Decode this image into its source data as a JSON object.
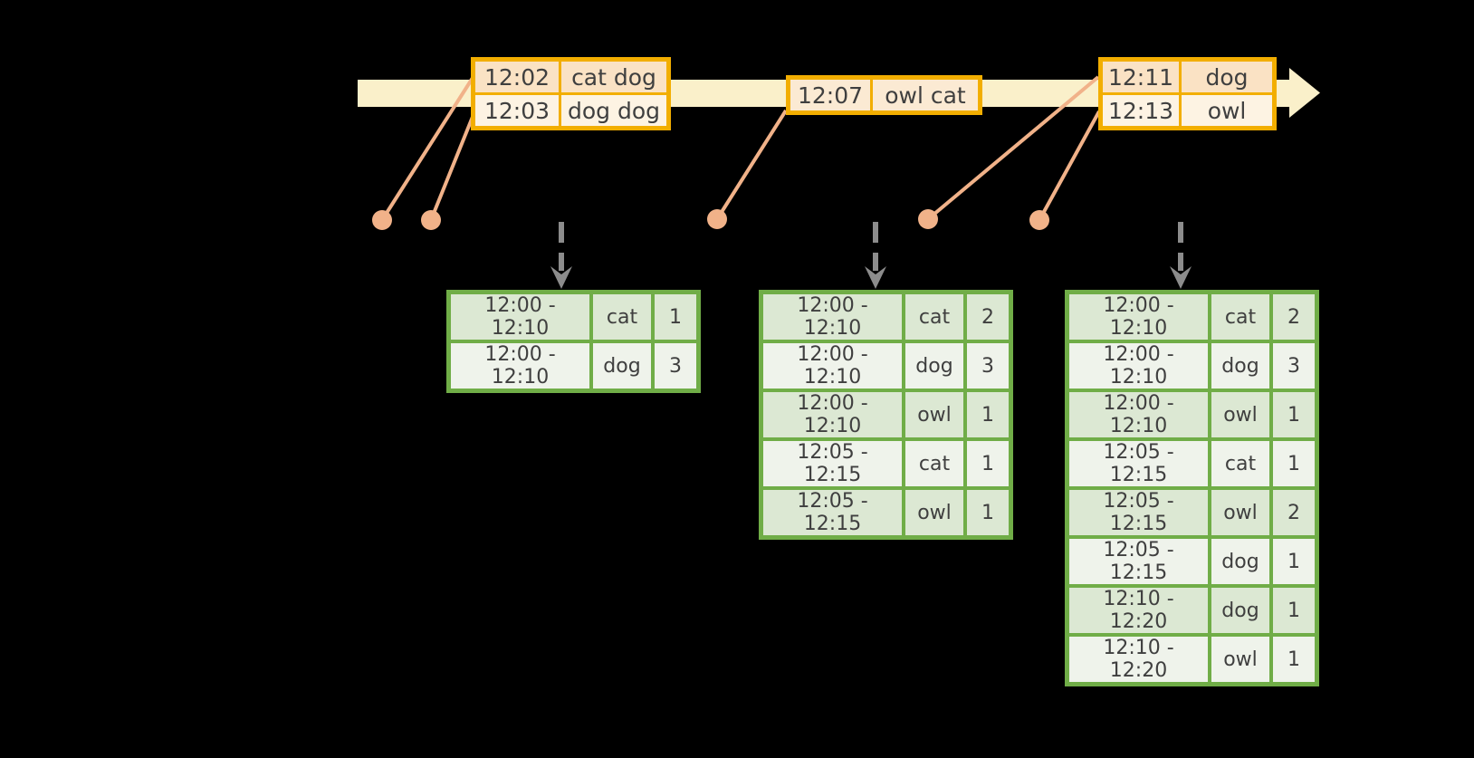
{
  "colors": {
    "background": "#000000",
    "timeline_band": "#FAF0CA",
    "event_table_border": "#F2AE00",
    "event_row_dark": "#FAE2C4",
    "event_row_light": "#FDF3E3",
    "connector_salmon": "#F1B289",
    "result_table_border": "#70AD47",
    "result_row_dark": "#DCE8D3",
    "result_row_light": "#EFF3EB",
    "trigger_arrow_gray": "#8C8C8C",
    "text": "#3F3F3F"
  },
  "event_tables": [
    {
      "rows": [
        {
          "time": "12:02",
          "words": "cat dog"
        },
        {
          "time": "12:03",
          "words": "dog dog"
        }
      ]
    },
    {
      "rows": [
        {
          "time": "12:07",
          "words": "owl cat"
        }
      ]
    },
    {
      "rows": [
        {
          "time": "12:11",
          "words": "dog"
        },
        {
          "time": "12:13",
          "words": "owl"
        }
      ]
    }
  ],
  "result_tables": [
    {
      "rows": [
        {
          "window": "12:00 - 12:10",
          "word": "cat",
          "count": "1"
        },
        {
          "window": "12:00 - 12:10",
          "word": "dog",
          "count": "3"
        }
      ]
    },
    {
      "rows": [
        {
          "window": "12:00 - 12:10",
          "word": "cat",
          "count": "2"
        },
        {
          "window": "12:00 - 12:10",
          "word": "dog",
          "count": "3"
        },
        {
          "window": "12:00 - 12:10",
          "word": "owl",
          "count": "1"
        },
        {
          "window": "12:05 - 12:15",
          "word": "cat",
          "count": "1"
        },
        {
          "window": "12:05 - 12:15",
          "word": "owl",
          "count": "1"
        }
      ]
    },
    {
      "rows": [
        {
          "window": "12:00 - 12:10",
          "word": "cat",
          "count": "2"
        },
        {
          "window": "12:00 - 12:10",
          "word": "dog",
          "count": "3"
        },
        {
          "window": "12:00 - 12:10",
          "word": "owl",
          "count": "1"
        },
        {
          "window": "12:05 - 12:15",
          "word": "cat",
          "count": "1"
        },
        {
          "window": "12:05 - 12:15",
          "word": "owl",
          "count": "2"
        },
        {
          "window": "12:05 - 12:15",
          "word": "dog",
          "count": "1"
        },
        {
          "window": "12:10 - 12:20",
          "word": "dog",
          "count": "1"
        },
        {
          "window": "12:10 - 12:20",
          "word": "owl",
          "count": "1"
        }
      ]
    }
  ]
}
